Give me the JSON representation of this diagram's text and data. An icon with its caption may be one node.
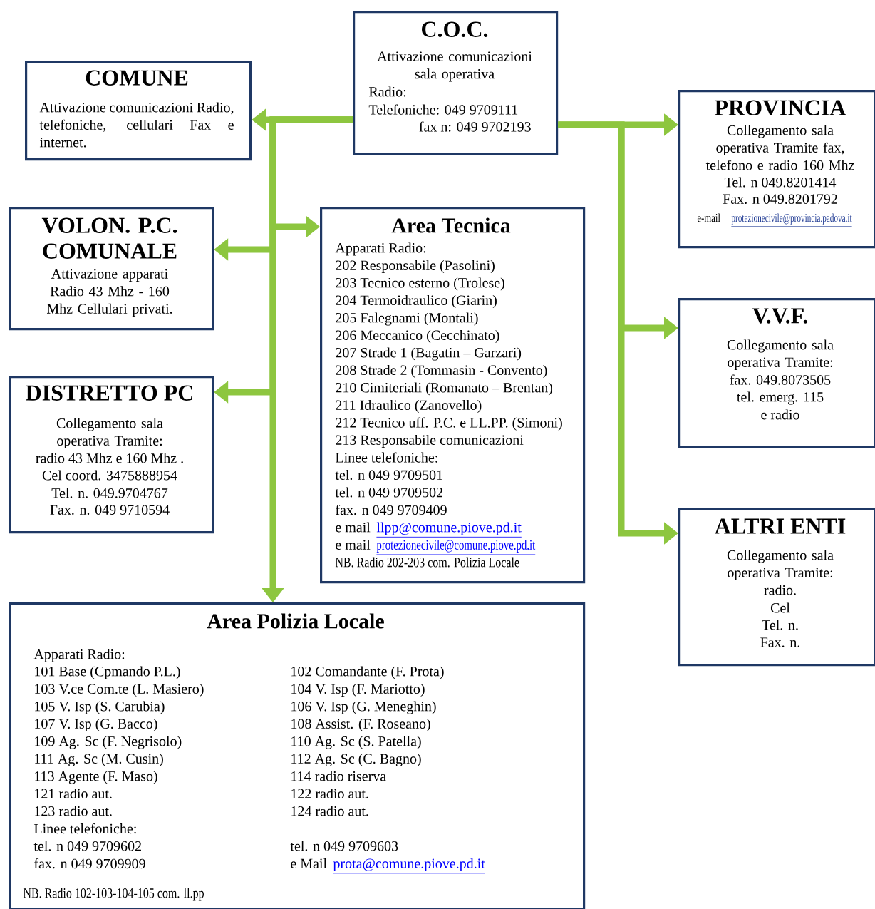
{
  "diagram": {
    "nodes": [
      {
        "text": [
          "C.O.C.",
          "Attivazione comunicazioni sala operativa",
          "Radio:",
          "Telefoniche: 049 9709111",
          "fax n: 049 9702193"
        ]
      },
      {
        "text": [
          "COMUNE",
          "Attivazione comunicazioni Radio, telefoniche, cellulari Fax e internet."
        ]
      },
      {
        "text": [
          "PROVINCIA",
          "Collegamento sala operativa Tramite fax, telefono e radio 160 Mhz",
          "Tel. n 049.8201414",
          "Fax. n 049.8201792",
          "e-mail",
          "protezionecivile@provincia.padova.it"
        ]
      },
      {
        "text": [
          "VOLON. P.C. COMUNALE",
          "Attivazione apparati Radio 43 Mhz - 160 Mhz Cellulari privati."
        ]
      },
      {
        "text": [
          "Area Tecnica",
          "Apparati Radio:",
          "202 Responsabile (Pasolini)",
          "203 Tecnico esterno (Trolese)",
          "204 Termoidraulico (Giarin)",
          "205 Falegnami (Montali)",
          "206 Meccanico (Cecchinato)",
          "207 Strade 1 (Bagatin – Garzari)",
          "208 Strade 2 (Tommasin - Convento)",
          "210 Cimiteriali (Romanato – Brentan)",
          "211 Idraulico (Zanovello)",
          "212 Tecnico uff. P.C. e LL.PP. (Simoni)",
          "213 Responsabile comunicazioni",
          "Linee telefoniche:",
          "tel. n 049 9709501",
          "tel. n 049 9709502",
          "fax. n 049 9709409",
          "e mail",
          "llpp@comune.piove.pd.it",
          "e mail",
          "protezionecivile@comune.piove.pd.it",
          "NB. Radio 202-203 com. Polizia Locale"
        ]
      },
      {
        "text": [
          "V.V.F.",
          "Collegamento sala operativa Tramite:",
          "fax. 049.8073505",
          "tel. emerg. 115",
          "e radio"
        ]
      },
      {
        "text": [
          "DISTRETTO PC",
          "Collegamento sala operativa Tramite:",
          "radio 43 Mhz e 160 Mhz .",
          "Cel coord. 3475888954",
          "Tel. n. 049.9704767",
          "Fax. n. 049 9710594"
        ]
      },
      {
        "text": [
          "ALTRI ENTI",
          "Collegamento sala operativa Tramite:",
          "radio.",
          "Cel",
          "Tel. n.",
          "Fax. n."
        ]
      },
      {
        "text": [
          "Area Polizia Locale",
          "Apparati Radio:",
          "101 Base (Cpmando P.L.)",
          "102 Comandante (F. Prota)",
          "103 V.ce Com.te (L. Masiero)",
          "104 V. Isp (F. Mariotto)",
          "105 V. Isp (S. Carubia)",
          "106 V. Isp (G. Meneghin)",
          "107 V. Isp (G. Bacco)",
          "108 Assist. (F. Roseano)",
          "109 Ag. Sc (F. Negrisolo)",
          "110 Ag. Sc (S. Patella)",
          "111 Ag. Sc (M. Cusin)",
          "112 Ag. Sc (C. Bagno)",
          "113 Agente (F. Maso)",
          "114 radio riserva",
          "121 radio aut.",
          "122 radio aut.",
          "123 radio aut.",
          "124 radio aut.",
          "Linee telefoniche:",
          "tel. n 049 9709602",
          "tel. n 049 9709603",
          "fax. n 049 9709909",
          "e Mail",
          "prota@comune.piove.pd.it",
          "NB. Radio 102-103-104-105 com. ll.pp"
        ]
      }
    ],
    "edges": [
      {
        "from": 0,
        "to": 1,
        "arrow": "to"
      },
      {
        "from": 0,
        "to": 3,
        "arrow": "to"
      },
      {
        "from": 0,
        "to": 4,
        "arrow": "to"
      },
      {
        "from": 0,
        "to": 6,
        "arrow": "to"
      },
      {
        "from": 0,
        "to": 8,
        "arrow": "to"
      },
      {
        "from": 0,
        "to": 2,
        "arrow": "to"
      },
      {
        "from": 0,
        "to": 5,
        "arrow": "to"
      },
      {
        "from": 0,
        "to": 7,
        "arrow": "to"
      }
    ]
  }
}
